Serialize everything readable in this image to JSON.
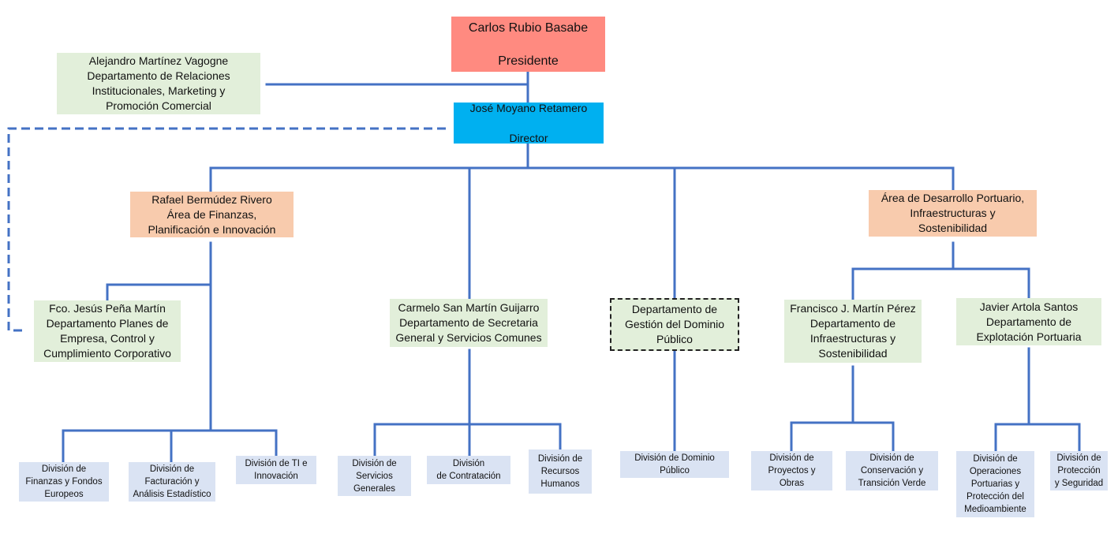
{
  "colors": {
    "president": "#ff8a80",
    "director": "#00b0f0",
    "department": "#e2efda",
    "area": "#f8cbad",
    "division": "#dae3f3",
    "connector": "#4472c4"
  },
  "president": {
    "name": "Carlos Rubio Basabe",
    "role": "Presidente"
  },
  "director": {
    "name": "José Moyano Retamero",
    "role": "Director"
  },
  "relaciones": {
    "text": "Alejandro Martínez Vagogne\nDepartamento de Relaciones\nInstitucionales, Marketing y\nPromoción Comercial"
  },
  "finanzas_area": {
    "text": "Rafael Bermúdez Rivero\nÁrea de Finanzas,\nPlanificación e Innovación"
  },
  "desarrollo_area": {
    "text": "Área de Desarrollo Portuario,\nInfraestructuras  y\nSostenibilidad"
  },
  "planes": {
    "text": "Fco. Jesús Peña Martín\nDepartamento Planes de\nEmpresa, Control y\nCumplimiento Corporativo"
  },
  "secretaria": {
    "text": "Carmelo San Martín Guijarro\nDepartamento de Secretaria\nGeneral y Servicios Comunes"
  },
  "dominio": {
    "text": "Departamento de\nGestión del Dominio\nPúblico"
  },
  "infraestructuras": {
    "text": "Francisco J. Martín Pérez\nDepartamento de\nInfraestructuras y\nSostenibilidad"
  },
  "explotacion": {
    "text": "Javier Artola Santos\nDepartamento de\nExplotación Portuaria"
  },
  "divisions": {
    "finanzas_fondos": "División de\nFinanzas y Fondos\nEuropeos",
    "facturacion": "División de\nFacturación y\nAnálisis Estadístico",
    "ti": "División de TI e\nInnovación",
    "servicios_generales": "División de\nServicios\nGenerales",
    "contratacion": "División\nde Contratación",
    "recursos_humanos": "División de\nRecursos\nHumanos",
    "dominio_publico": "División de Dominio\nPúblico",
    "proyectos": "División de\nProyectos y\nObras",
    "conservacion": "División de\nConservación y\nTransición Verde",
    "operaciones": "División de\nOperaciones\nPortuarias y\nProtección del\nMedioambiente",
    "proteccion": "División de\nProtección\ny Seguridad"
  }
}
